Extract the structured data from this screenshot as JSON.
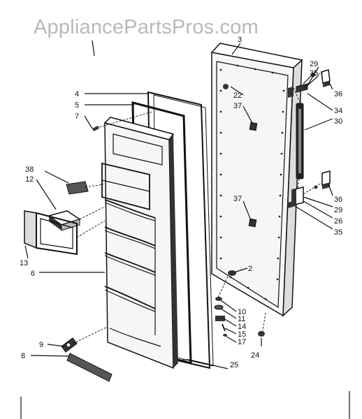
{
  "watermark": "AppliancePartsPros.com",
  "callouts": {
    "c3": "3",
    "c4": "4",
    "c5": "5",
    "c7": "7",
    "c38": "38",
    "c12": "12",
    "c13": "13",
    "c6": "6",
    "c9": "9",
    "c8": "8",
    "c22": "22",
    "c37a": "37",
    "c37b": "37",
    "c2": "2",
    "c10": "10",
    "c11": "11",
    "c14": "14",
    "c15": "15",
    "c17": "17",
    "c24": "24",
    "c25": "25",
    "c29a": "29",
    "c35a": "35",
    "c36a": "36",
    "c34": "34",
    "c30": "30",
    "c36b": "36",
    "c29b": "29",
    "c26": "26",
    "c35b": "35"
  }
}
